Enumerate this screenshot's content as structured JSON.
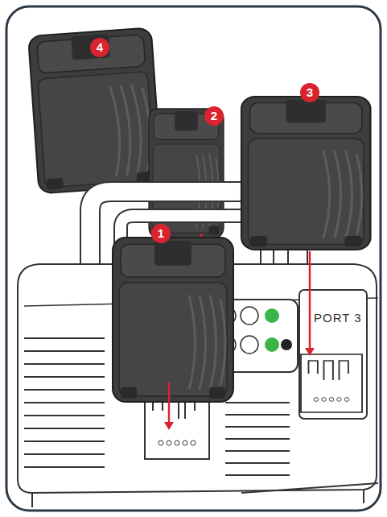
{
  "diagram": {
    "labels": [
      "4",
      "2",
      "3",
      "1",
      "PORT 3"
    ]
  }
}
